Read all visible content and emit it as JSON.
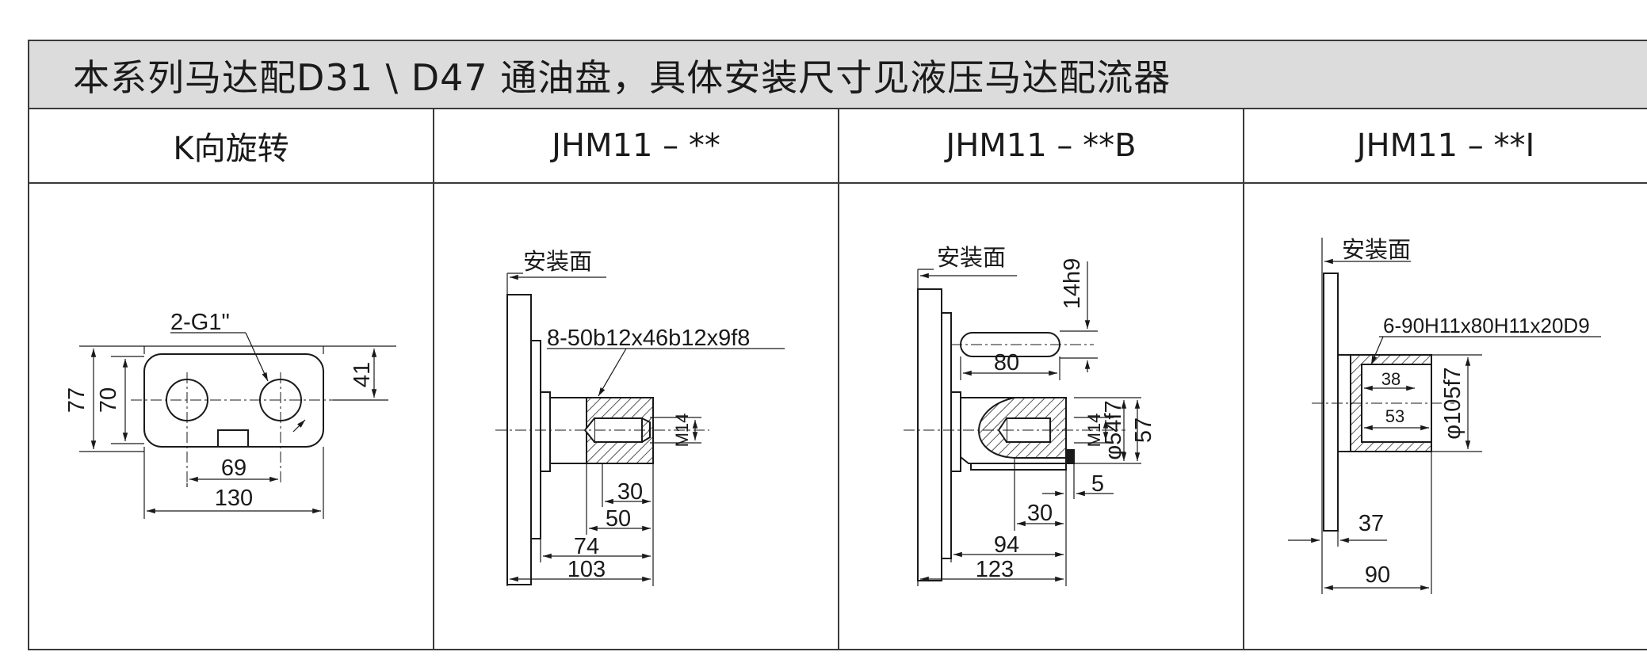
{
  "banner": {
    "title": "本系列马达配D31 \\ D47 通油盘，具体安装尺寸见液压马达配流器"
  },
  "columns": [
    {
      "header": "K向旋转"
    },
    {
      "header": "JHM11 – **"
    },
    {
      "header": "JHM11 – **B"
    },
    {
      "header": "JHM11 – **I"
    }
  ],
  "k_view": {
    "port_label": "2-G1\"",
    "dims": {
      "height_outer": "77",
      "height_inner": "70",
      "right": "41",
      "center_dist": "69",
      "width": "130"
    }
  },
  "jhm11": {
    "mount_face": "安装面",
    "spline": "8-50b12x46b12x9f8",
    "thread": "M14",
    "dims": {
      "d30": "30",
      "d50": "50",
      "d74": "74",
      "d103": "103"
    }
  },
  "jhm11b": {
    "mount_face": "安装面",
    "key_width": "14h9",
    "key_len": "80",
    "thread": "M14",
    "shaft_dia": "φ54f7",
    "dims": {
      "d57": "57",
      "d5": "5",
      "d30": "30",
      "d94": "94",
      "d123": "123"
    }
  },
  "jhm11i": {
    "mount_face": "安装面",
    "spline": "6-90H11x80H11x20D9",
    "bore": "φ105f7",
    "dims": {
      "d38": "38",
      "d53": "53",
      "d37": "37",
      "d90": "90"
    }
  }
}
